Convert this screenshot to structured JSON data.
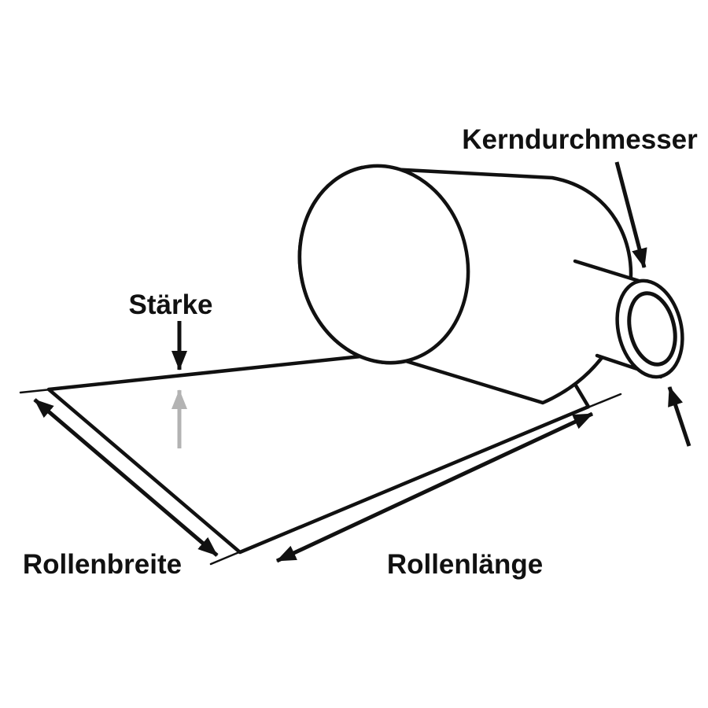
{
  "diagram": {
    "colors": {
      "line": "#111111",
      "gray_arrow": "#b3b3b3",
      "background": "#ffffff"
    },
    "labels": {
      "core_diameter": "Kerndurchmesser",
      "thickness": "Stärke",
      "roll_width": "Rollenbreite",
      "roll_length": "Rollenlänge"
    }
  }
}
